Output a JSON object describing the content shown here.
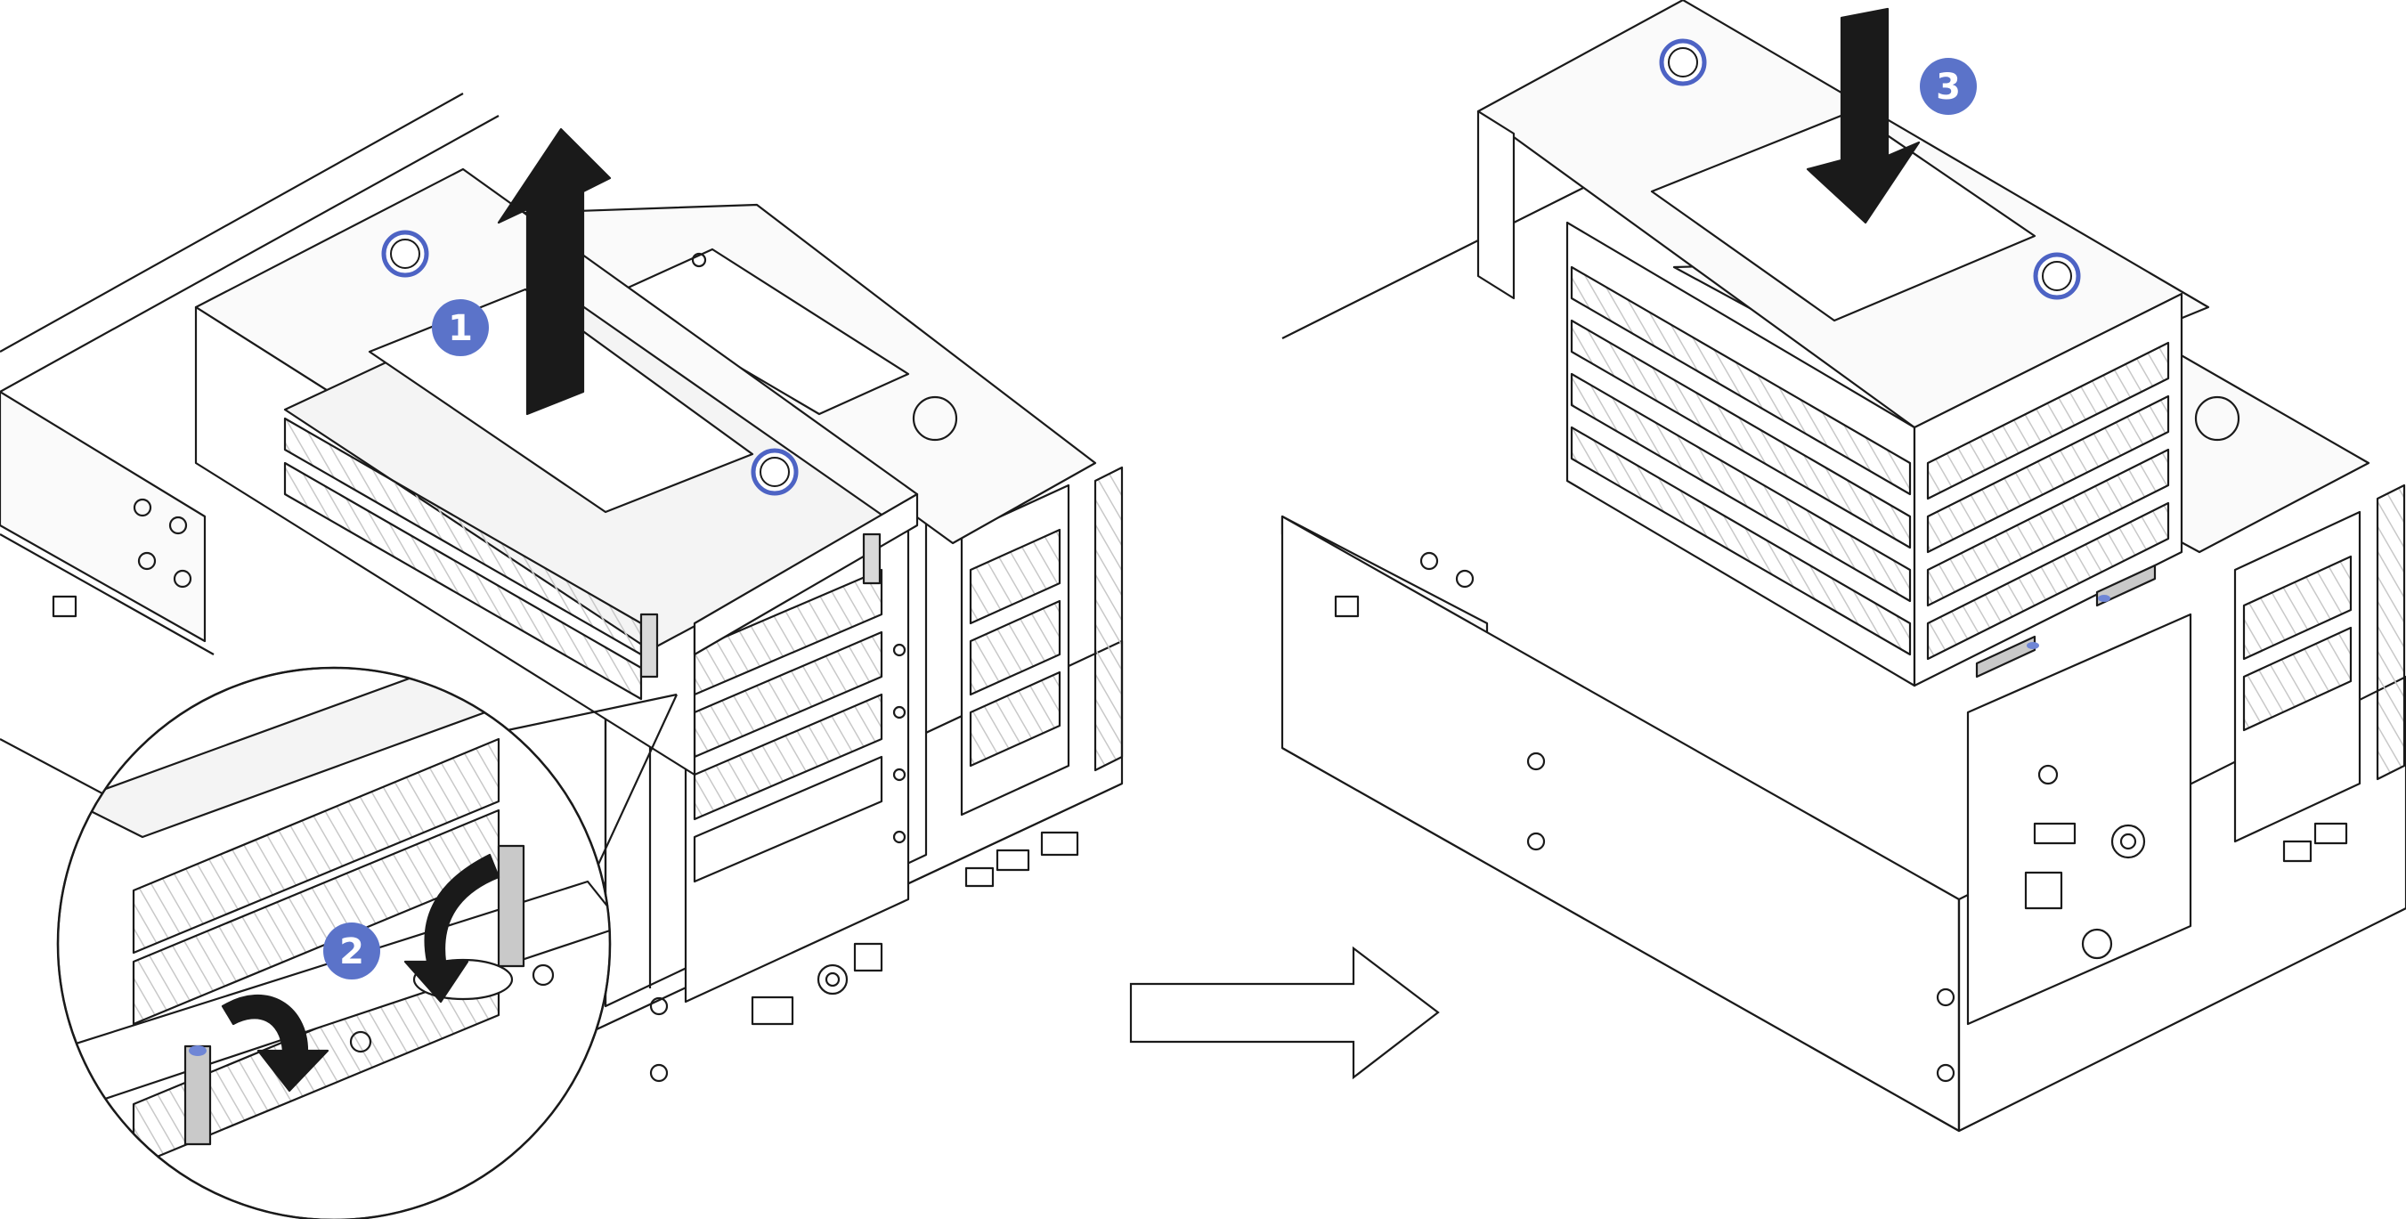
{
  "callouts": [
    {
      "label": "1",
      "color": "#5b73c9"
    },
    {
      "label": "2",
      "color": "#5b73c9"
    },
    {
      "label": "3",
      "color": "#5b73c9"
    }
  ],
  "colors": {
    "line": "#1a1a1a",
    "metal": "#f1f1f1",
    "arrow": "#1a1a1a",
    "accent_ring": "#4d63c4",
    "latch_tip": "#6f86d6"
  },
  "icons": [
    "up-arrow-icon",
    "down-arrow-icon",
    "rotate-arrow-icon",
    "transition-arrow-icon"
  ]
}
